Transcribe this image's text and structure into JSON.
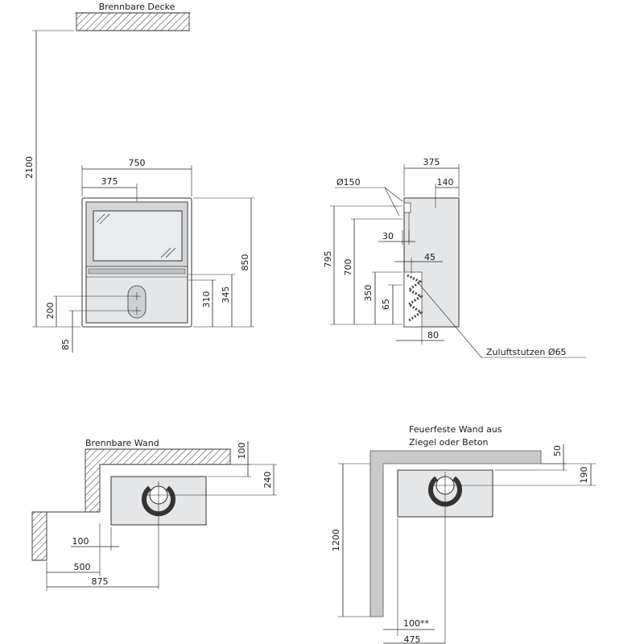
{
  "labels": {
    "ceiling": "Brennbare Decke",
    "flammable_wall": "Brennbare Wand",
    "fireproof_wall_1": "Feuerfeste Wand aus",
    "fireproof_wall_2": "Ziegel oder Beton",
    "flue": "Ø150",
    "air_inlet": "Zuluftstutzen Ø65"
  },
  "front_view": {
    "ceiling_height": "2100",
    "width": "750",
    "half_width": "375",
    "height": "850",
    "h345": "345",
    "h310": "310",
    "h200": "200",
    "h85": "85"
  },
  "side_view": {
    "depth": "375",
    "d140": "140",
    "h795": "795",
    "h700": "700",
    "d30": "30",
    "d45": "45",
    "h350": "350",
    "h65": "65",
    "d80": "80"
  },
  "plan_flammable": {
    "d100v": "100",
    "d240": "240",
    "d100h": "100",
    "d500": "500",
    "d875": "875"
  },
  "plan_fireproof": {
    "d50": "50",
    "d190": "190",
    "d1200": "1200",
    "d100": "100**",
    "d475": "475"
  }
}
